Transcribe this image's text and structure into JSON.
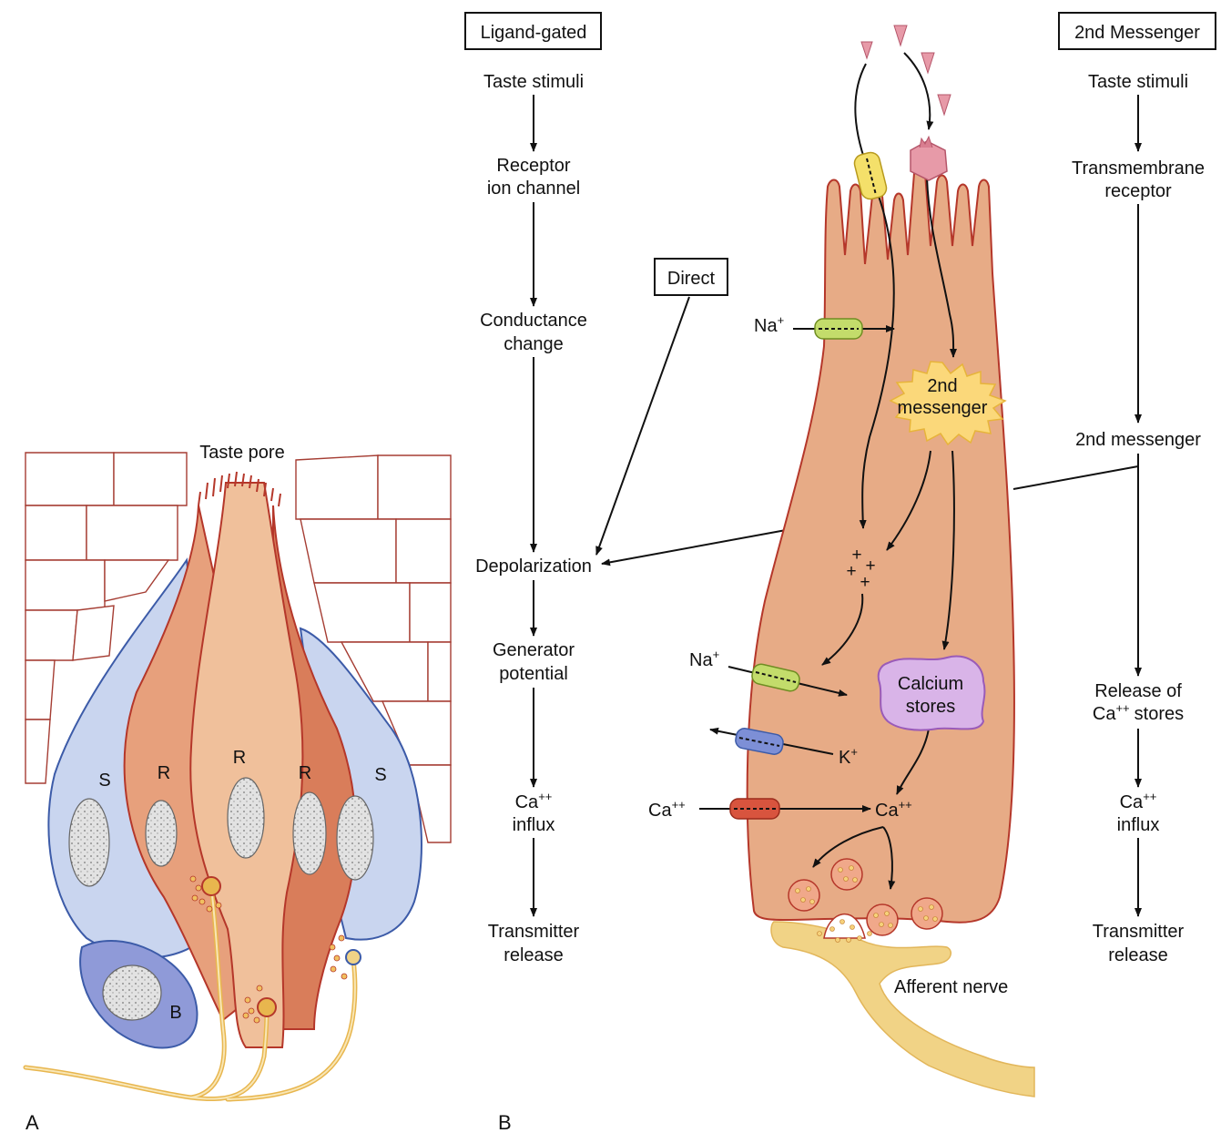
{
  "panels": {
    "a": "A",
    "b": "B"
  },
  "panel_a": {
    "taste_pore": "Taste pore",
    "cells": [
      "S",
      "R",
      "R",
      "R",
      "S"
    ],
    "basal": "B"
  },
  "boxes": {
    "ligand_gated": "Ligand-gated",
    "direct": "Direct",
    "second_messenger": "2nd Messenger"
  },
  "ligand_flow": [
    [
      "Taste stimuli"
    ],
    [
      "Receptor",
      "ion channel"
    ],
    [
      "Conductance",
      "change"
    ],
    [
      "Depolarization"
    ],
    [
      "Generator",
      "potential"
    ],
    [
      "Ca",
      "influx"
    ],
    [
      "Transmitter",
      "release"
    ]
  ],
  "messenger_flow": [
    [
      "Taste stimuli"
    ],
    [
      "Transmembrane",
      "receptor"
    ],
    [
      "2nd messenger"
    ],
    [
      "Release of",
      "Ca",
      "stores"
    ],
    [
      "Ca",
      "influx"
    ],
    [
      "Transmitter",
      "release"
    ]
  ],
  "cell_labels": {
    "na_top": "Na",
    "na_bottom": "Na",
    "k": "K",
    "ca_in": "Ca",
    "ca_inside": "Ca",
    "second_messenger": [
      "2nd",
      "messenger"
    ],
    "calcium_stores": [
      "Calcium",
      "stores"
    ],
    "charges": [
      "+",
      "+",
      "+",
      "+"
    ],
    "afferent_nerve": "Afferent nerve"
  },
  "superscripts": {
    "plus": "+",
    "double_plus": "++"
  },
  "colors": {
    "cell_fill": "#e7ab86",
    "cell_stroke": "#b5372a",
    "support_fill": "#c9d5ef",
    "support_stroke": "#3c5ba8",
    "epithelium_stroke": "#a53d33",
    "nerve_fill": "#f1d386",
    "messenger_fill": "#fbd87a",
    "stores_fill": "#d9b4e8",
    "channel_green": "#c3dc6b",
    "channel_blue": "#7d8fd6",
    "channel_red": "#d8543e",
    "channel_yellow": "#f4e06a",
    "receptor_pink": "#e79aa8"
  }
}
